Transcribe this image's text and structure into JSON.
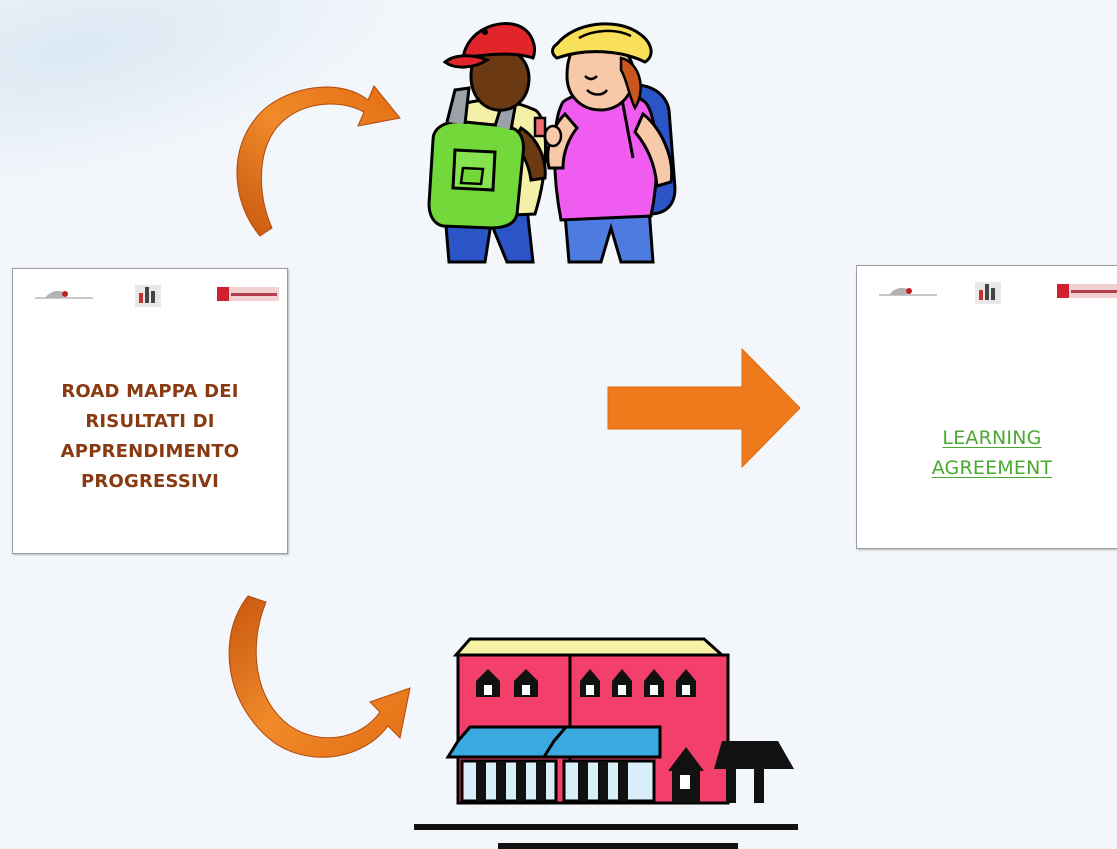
{
  "diagram": {
    "left_box": {
      "lines": [
        "ROAD MAPPA DEI",
        "RISULTATI DI",
        "APPRENDIMENTO",
        "PROGRESSIVI"
      ],
      "text_color": "#8a3a12",
      "logos": [
        "partner-logo-left",
        "partner-logo-middle",
        "partner-logo-right"
      ]
    },
    "right_box": {
      "lines": [
        "LEARNING",
        "AGREEMENT"
      ],
      "text_color": "#4aa92f",
      "logos": [
        "partner-logo-left",
        "partner-logo-middle",
        "partner-logo-right"
      ]
    },
    "images": [
      "students-clipart",
      "building-clipart"
    ],
    "arrow_color": "#ee7a1c",
    "background": "#f3f7fb"
  }
}
